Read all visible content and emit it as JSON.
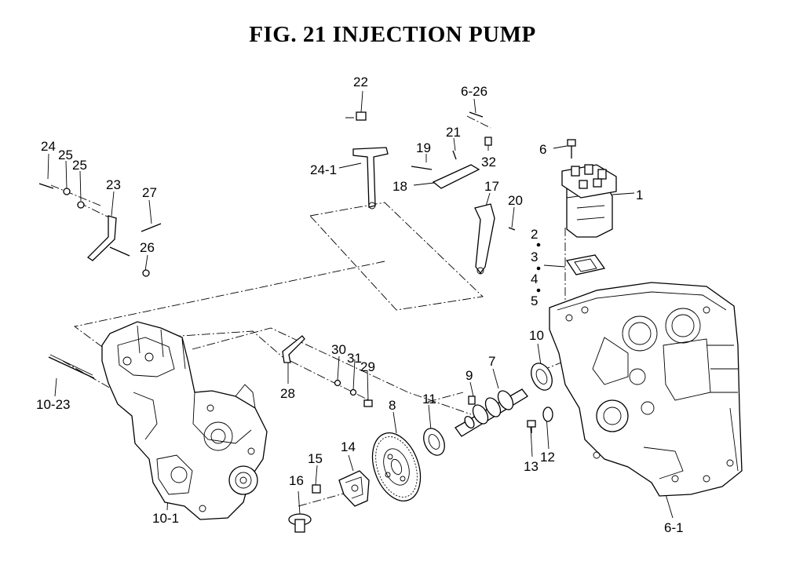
{
  "title": "FIG. 21  INJECTION PUMP",
  "labels": {
    "p1": "1",
    "p2": "2",
    "p3": "3",
    "p4": "4",
    "p5": "5",
    "p6": "6",
    "p6_1": "6-1",
    "p6_26": "6-26",
    "p7": "7",
    "p8": "8",
    "p9": "9",
    "p10": "10",
    "p10_1": "10-1",
    "p10_23": "10-23",
    "p11": "11",
    "p12": "12",
    "p13": "13",
    "p14": "14",
    "p15": "15",
    "p16": "16",
    "p17": "17",
    "p18": "18",
    "p19": "19",
    "p20": "20",
    "p21": "21",
    "p22": "22",
    "p23": "23",
    "p24": "24",
    "p24_1": "24-1",
    "p25a": "25",
    "p25b": "25",
    "p26": "26",
    "p27": "27",
    "p28": "28",
    "p29": "29",
    "p30": "30",
    "p31": "31",
    "p32": "32"
  }
}
